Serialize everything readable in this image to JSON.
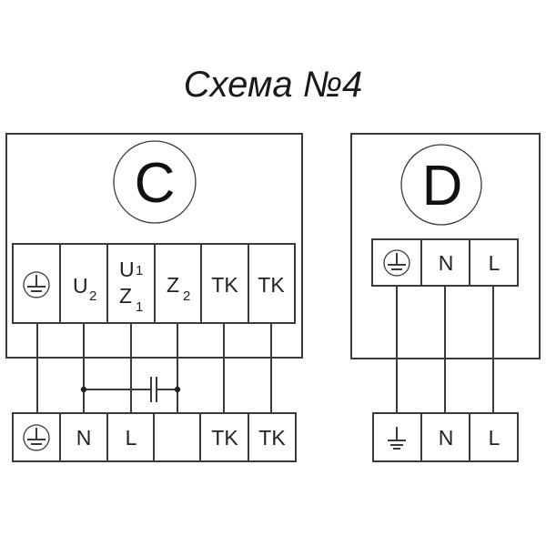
{
  "title": "Схема №4",
  "unit_c": {
    "label": "C",
    "terminals": [
      {
        "id": "earth",
        "text": "",
        "icon": "protective-earth-icon"
      },
      {
        "id": "U2",
        "main": "U",
        "sub": "2"
      },
      {
        "id": "U1Z1",
        "main1": "U",
        "sub1": "1",
        "main2": "Z",
        "sub2": "1"
      },
      {
        "id": "Z2",
        "main": "Z",
        "sub": "2"
      },
      {
        "id": "TK1",
        "text": "TK"
      },
      {
        "id": "TK2",
        "text": "TK"
      }
    ]
  },
  "unit_d": {
    "label": "D",
    "terminals": [
      {
        "id": "earth",
        "text": "",
        "icon": "protective-earth-icon"
      },
      {
        "id": "N",
        "text": "N"
      },
      {
        "id": "L",
        "text": "L"
      }
    ]
  },
  "supply_c": {
    "terminals": [
      {
        "id": "earth",
        "text": "",
        "icon": "protective-earth-icon"
      },
      {
        "id": "N",
        "text": "N"
      },
      {
        "id": "L",
        "text": "L"
      },
      {
        "id": "blank",
        "text": ""
      },
      {
        "id": "TK1",
        "text": "TK"
      },
      {
        "id": "TK2",
        "text": "TK"
      }
    ]
  },
  "supply_d": {
    "terminals": [
      {
        "id": "earth",
        "text": "",
        "icon": "earth-ground-icon"
      },
      {
        "id": "N",
        "text": "N"
      },
      {
        "id": "L",
        "text": "L"
      }
    ]
  },
  "capacitor": {
    "icon": "capacitor-icon",
    "between": [
      "U2",
      "Z2"
    ]
  }
}
